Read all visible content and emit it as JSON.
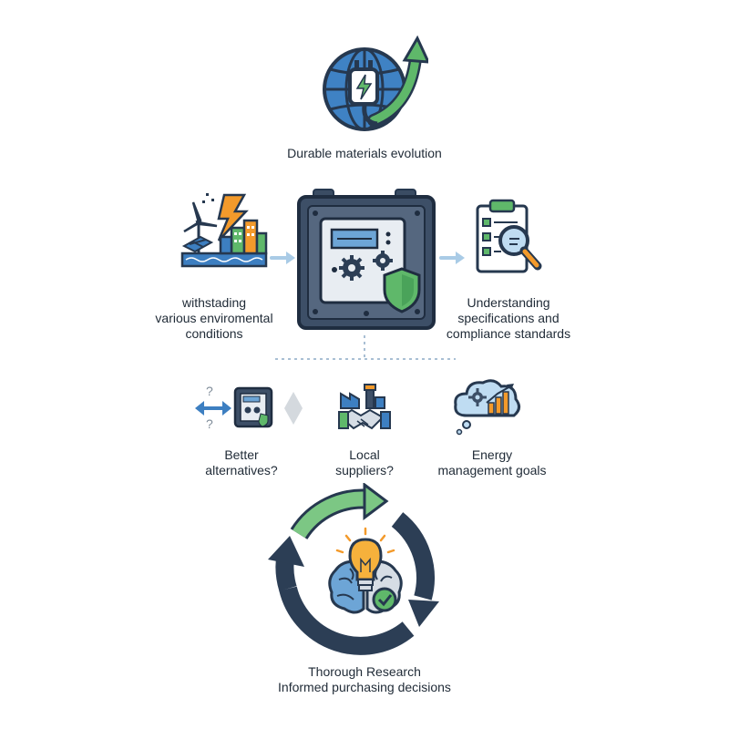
{
  "top": {
    "label": "Durable materials evolution"
  },
  "middle": {
    "left_label": [
      "withstading",
      "various enviromental",
      "conditions"
    ],
    "right_label": [
      "Understanding",
      "specifications and",
      "compliance standards"
    ]
  },
  "questions": [
    {
      "label": [
        "Better",
        "alternatives?"
      ]
    },
    {
      "label": [
        "Local",
        "suppliers?"
      ]
    },
    {
      "label": [
        "Energy",
        "management goals"
      ]
    }
  ],
  "bottom": {
    "label": [
      "Thorough Research",
      "Informed purchasing decisions"
    ]
  },
  "colors": {
    "navy": "#2c3e55",
    "blue": "#3d7fc1",
    "green": "#5fb86a",
    "orange": "#f39a2b",
    "arrow_light": "#a9cbe6"
  },
  "icons": [
    "globe-plug-icon",
    "renewable-energy-icon",
    "energy-meter-device-icon",
    "shield-check-icon",
    "checklist-magnifier-icon",
    "swap-arrows-icon",
    "factory-handshake-icon",
    "thought-cloud-chart-icon",
    "lightbulb-brain-icon",
    "cycle-arrows-icon"
  ]
}
